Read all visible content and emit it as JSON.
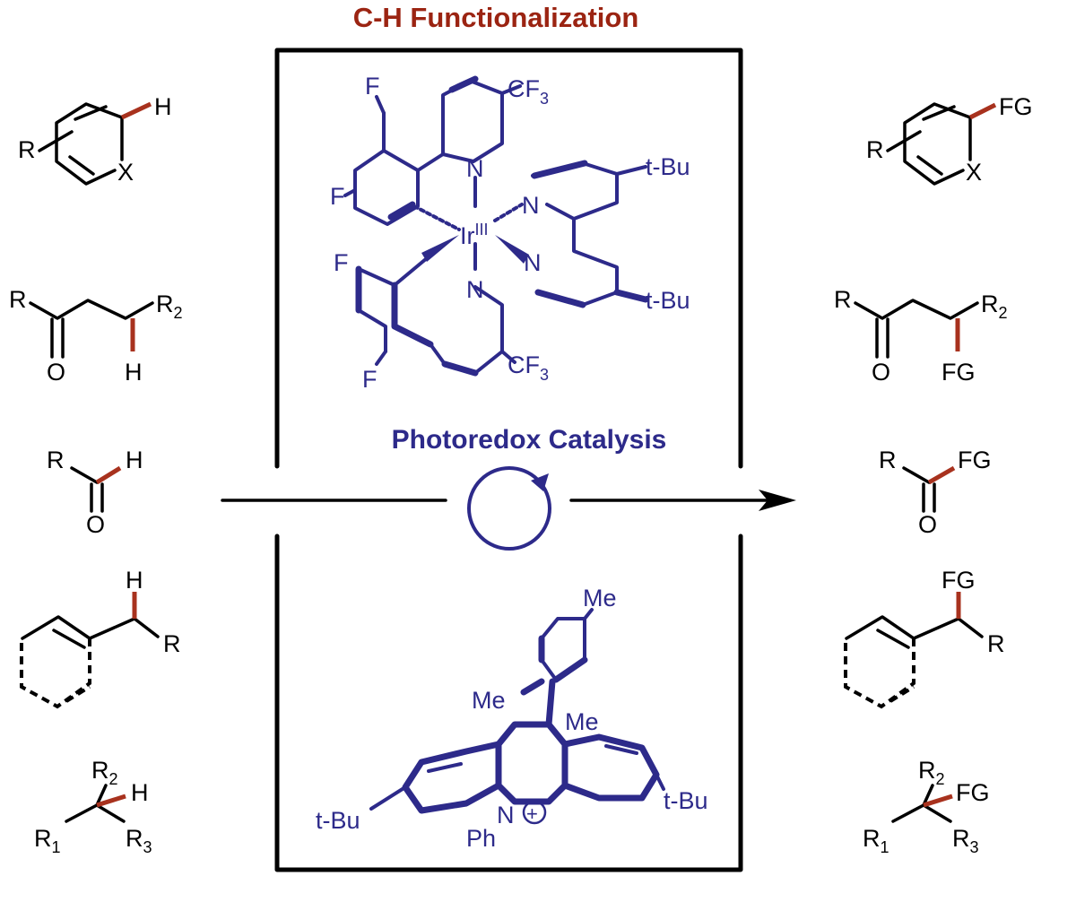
{
  "title": "C-H Functionalization",
  "caption": "Photoredox Catalysis",
  "colors": {
    "title": "#9b2412",
    "catalyst": "#2d2a8a",
    "bond_highlight": "#a8321e",
    "lines": "#000000"
  },
  "atoms": {
    "R": "R",
    "H": "H",
    "X": "X",
    "O": "O",
    "FG": "FG",
    "R1": "R",
    "R2": "R",
    "R3": "R",
    "sub1": "1",
    "sub2": "2",
    "sub3": "3"
  },
  "ir_catalyst": {
    "F": "F",
    "N": "N",
    "CF3": "CF",
    "sub3": "3",
    "Ir": "Ir",
    "ox": "III",
    "tBu": "t-Bu"
  },
  "acridinium": {
    "Me": "Me",
    "N": "N",
    "Ph": "Ph",
    "tBu": "t-Bu",
    "plus": "+"
  }
}
